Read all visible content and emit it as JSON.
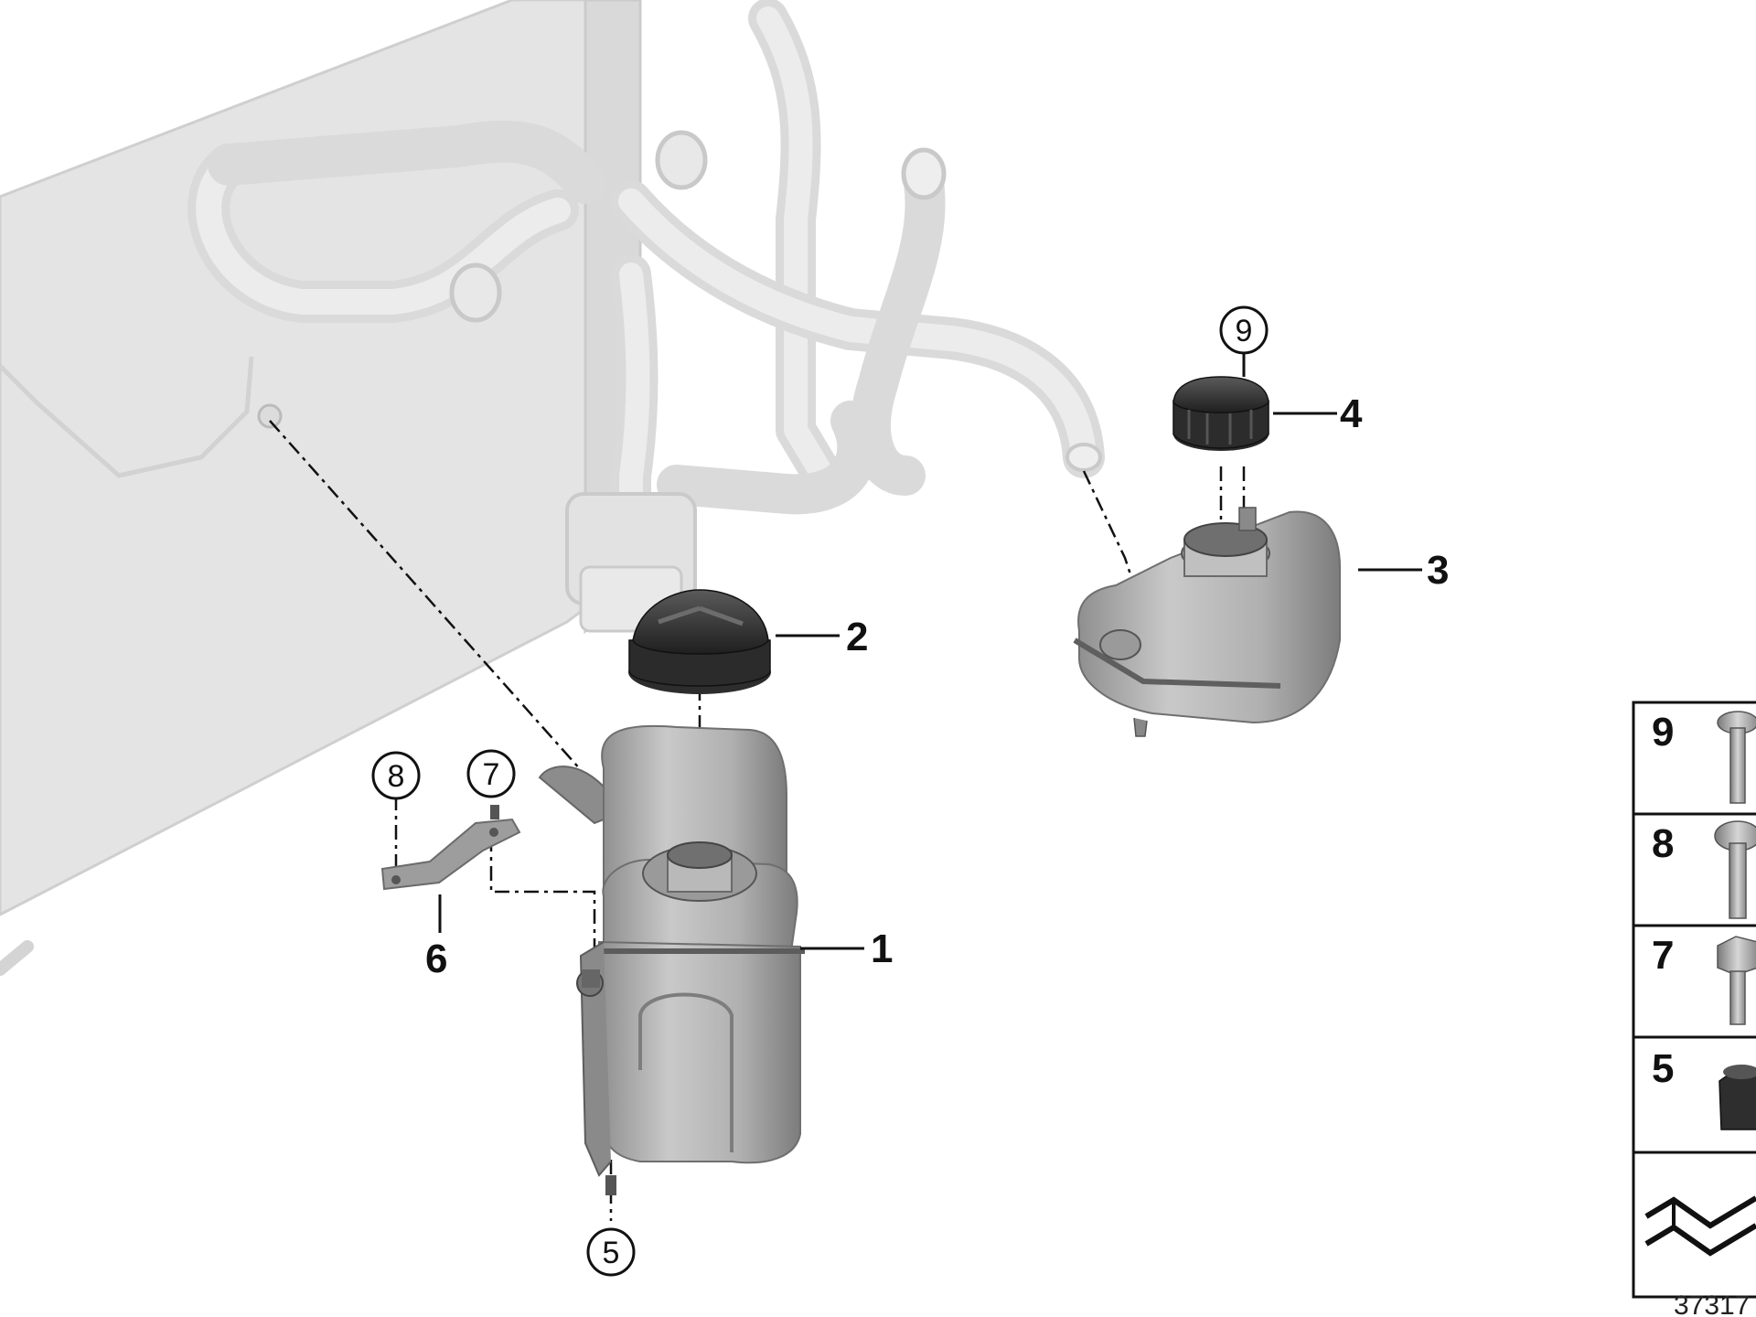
{
  "callouts": {
    "p1": "1",
    "p2": "2",
    "p3": "3",
    "p4": "4",
    "p6": "6",
    "c5": "5",
    "c7": "7",
    "c8": "8",
    "c9": "9"
  },
  "legend": {
    "rows": [
      {
        "number": "9",
        "icon": "torx-bolt-icon"
      },
      {
        "number": "8",
        "icon": "torx-bolt-icon"
      },
      {
        "number": "7",
        "icon": "hex-bolt-icon"
      },
      {
        "number": "5",
        "icon": "rubber-grommet-icon"
      }
    ],
    "last_icon": "mounting-symbol-icon"
  },
  "diagram_id": "37317",
  "colors": {
    "ghost_fill": "#e4e4e4",
    "tank_body": "#a9a9a9",
    "cap_dark": "#3a3a3a",
    "line": "#111111"
  }
}
